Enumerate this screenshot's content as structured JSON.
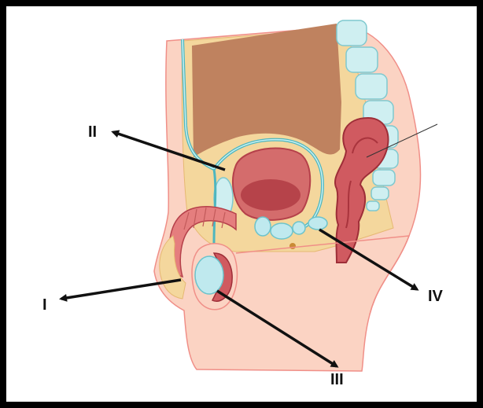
{
  "figure": {
    "labels": {
      "one": "I",
      "two": "II",
      "three": "III",
      "four": "IV"
    },
    "colors": {
      "frame": "#000000",
      "skin": "#fbd3c3",
      "skin_outline": "#f08f88",
      "fat": "#f4d79d",
      "intestine": "#bf825f",
      "bone": "#cfeff1",
      "bone_outline": "#7fc9cf",
      "duct": "#8fd3d8",
      "organ_red": "#c8505a",
      "organ_dark": "#a9343d",
      "arrow": "#111111"
    }
  }
}
